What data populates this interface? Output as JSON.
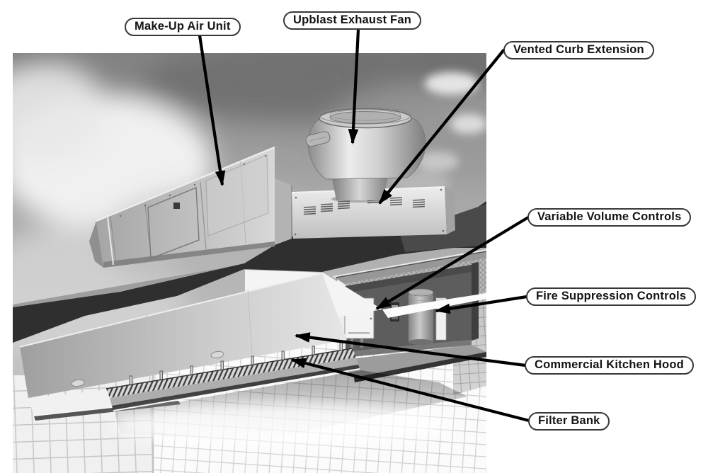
{
  "scene": {
    "description": "Grayscale cutaway illustration of a rooftop commercial kitchen ventilation system over a tiled kitchen wall"
  },
  "callouts": [
    {
      "label": "Make-Up Air Unit"
    },
    {
      "label": "Upblast Exhaust Fan"
    },
    {
      "label": "Vented Curb Extension"
    },
    {
      "label": "Variable Volume Controls"
    },
    {
      "label": "Fire Suppression Controls"
    },
    {
      "label": "Commercial Kitchen Hood"
    },
    {
      "label": "Filter Bank"
    }
  ],
  "colors": {
    "arrow": "#000000",
    "pill_fill": "#ffffff",
    "pill_border": "#383838",
    "label_text": "#141414",
    "roof_band": "#2f2f2f",
    "page_bg": "#ffffff"
  }
}
